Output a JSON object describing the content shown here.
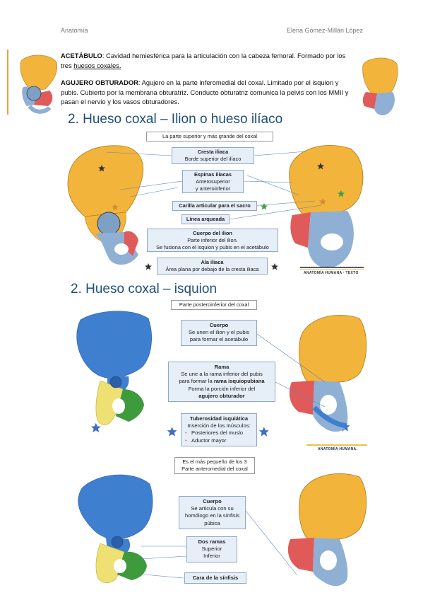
{
  "header": {
    "left": "Anatomía",
    "right": "Elena Gómez-Millán López"
  },
  "intro": {
    "acetabulo_term": "ACETÁBULO",
    "acetabulo_text1": ": Cavidad hemiesférica para la articulación con la cabeza femoral. Formado por los tres ",
    "acetabulo_link": "huesos coxales.",
    "obturador_term": "AGUJERO OBTURADOR",
    "obturador_text": ": Agujero en la parte inferomedial del coxal. Limitado por el isquion y pubis. Cubierto por la membrana obturatriz. Conducto obturatriz comunica la pelvis con los MMII y pasan el nervio y los vasos obturadores."
  },
  "section1": {
    "title": "2. Hueso coxal – Ilion o hueso ilíaco",
    "caption": "La parte superior y más grande del coxal",
    "boxes": {
      "cresta_title": "Cresta iliaca",
      "cresta_text": "Borde superior del ilíaco",
      "espinas_title": "Espinas iliacas",
      "espinas_l1": "Anterosuperior",
      "espinas_l2": "y anteroinferior",
      "carilla": "Carilla articular para el sacro",
      "linea": "Línea arqueada",
      "cuerpo_title": "Cuerpo del ilion",
      "cuerpo_l1": "Parte inferior del ilion.",
      "cuerpo_l2": "Se fusiona con el isquion y pubis en el acetábulo",
      "ala_title": "Ala iliaca",
      "ala_text": "Área plana por debajo de la cresta iliaca"
    },
    "atlas_label": "ANATOMÍA HUMANA · TEXTO"
  },
  "section2": {
    "title": "2. Hueso coxal – isquion",
    "caption": "Parte posteroinferior del coxal",
    "cuerpo_title": "Cuerpo",
    "cuerpo_l1": "Se unen el ilion y el pubis",
    "cuerpo_l2": "para formar el acetábulo",
    "rama_title": "Rama",
    "rama_l1": "Se une a la rama inferior del pubis",
    "rama_l2a": "para formar la ",
    "rama_l2b": "rama isquiopubiana",
    "rama_l3": "Forma la porción inferior del",
    "rama_l4": "agujero obturador",
    "tuber_title": "Tuberosidad isquiática",
    "tuber_l1": "Inserción de los músculos:",
    "tuber_items": [
      "Posteriores del muslo",
      "Aductor mayor"
    ],
    "atlas_label": "ANATOMÍA HUMANA."
  },
  "section3": {
    "note_l1": "Es el más pequeño de los 3",
    "note_l2": "Parte anteromedial del coxal",
    "cuerpo_title": "Cuerpo",
    "cuerpo_l1": "Se articula con su",
    "cuerpo_l2": "homólogo en la sínfisis",
    "cuerpo_l3": "púbica",
    "ramas_title": "Dos ramas",
    "ramas_l1": "Superior",
    "ramas_l2": "Inferior",
    "cara": "Cara de la sínfisis"
  },
  "colors": {
    "ilium": "#f2b43a",
    "ischium": "#8fb0d4",
    "pubis": "#e05a5a",
    "ischium_blue": "#3f7fd0",
    "pubis_green": "#3d9a3d",
    "pubis_yellow": "#eee072",
    "accent": "#1f4f7e"
  }
}
